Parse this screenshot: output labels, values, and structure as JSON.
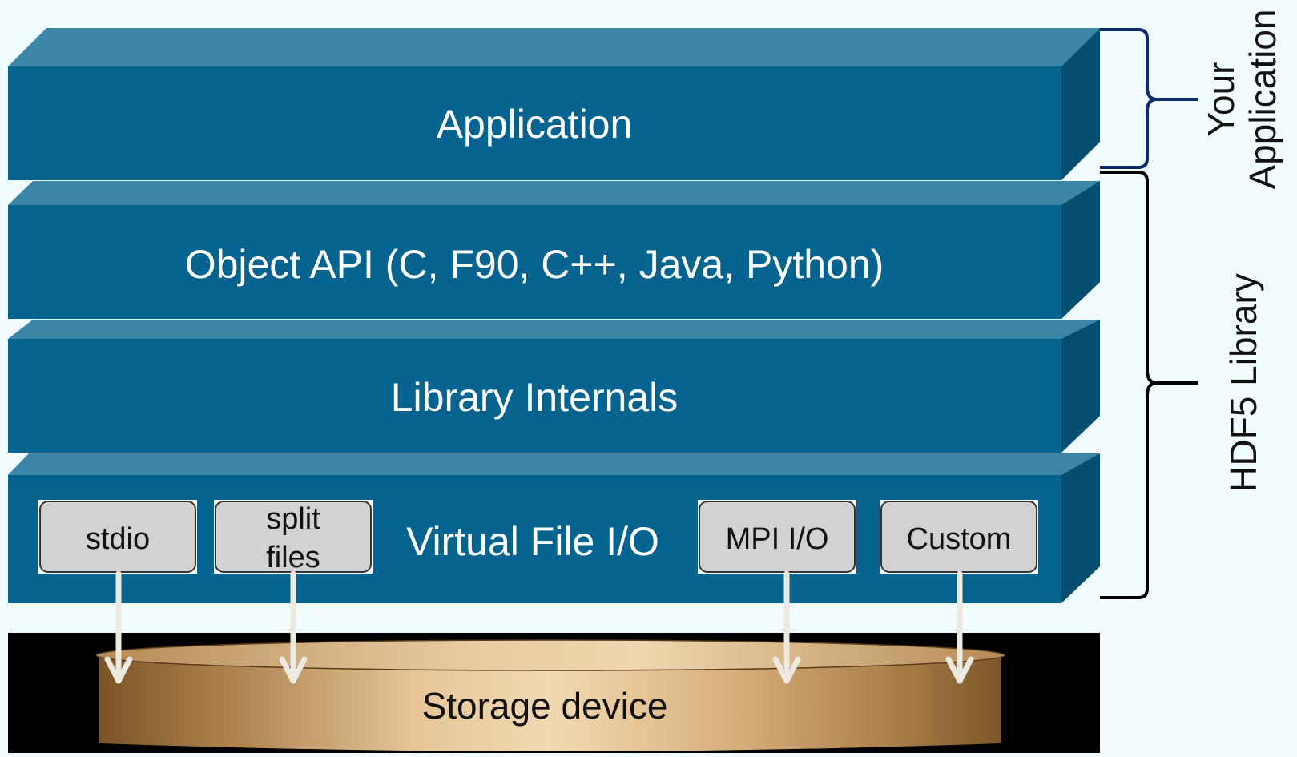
{
  "layers": {
    "application": "Application",
    "object_api": "Object API (C, F90, C++, Java, Python)",
    "library_internals": "Library Internals",
    "virtual_file_io": "Virtual File I/O"
  },
  "drivers": {
    "stdio": "stdio",
    "split_line1": "split",
    "split_line2": "files",
    "mpi_io": "MPI I/O",
    "custom": "Custom"
  },
  "storage": {
    "label": "Storage device"
  },
  "braces": {
    "your_app_line1": "Your",
    "your_app_line2": "Application",
    "hdf5_library": "HDF5 Library"
  },
  "colors": {
    "background": "#f0fcfd",
    "layer_front": "#05648f",
    "layer_top": "#3b86a7",
    "layer_side": "#044e72",
    "driver_box": "#d2d2d2",
    "storage_gold": "#b8905a",
    "arrow": "#ede8e0"
  }
}
